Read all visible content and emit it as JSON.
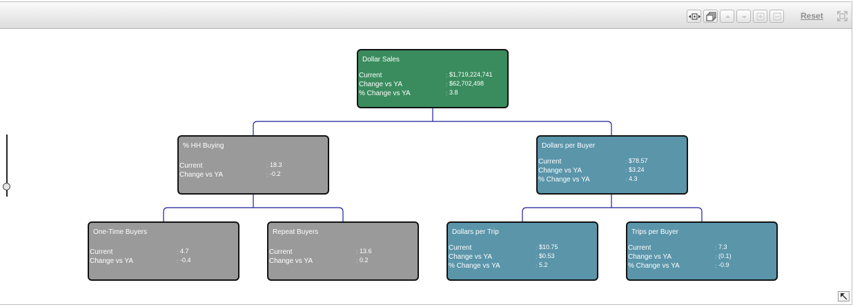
{
  "toolbar": {
    "buttons": [
      {
        "name": "expand-horizontal-icon"
      },
      {
        "name": "cascade-windows-icon"
      },
      {
        "name": "move-up-icon"
      },
      {
        "name": "move-down-icon"
      },
      {
        "name": "expand-all-icon"
      },
      {
        "name": "collapse-all-icon"
      }
    ],
    "reset_label": "Reset",
    "fit_icon": "fit-to-screen-icon"
  },
  "colors": {
    "green": "#3a8c5e",
    "gray": "#9a9a9a",
    "blue": "#5a95aa",
    "connector": "#1a1a9a"
  },
  "tree": {
    "root": {
      "title": "Dollar Sales",
      "rows": [
        {
          "label": "Current",
          "value": "$1,719,224,741"
        },
        {
          "label": "Change vs YA",
          "value": "$62,702,498"
        },
        {
          "label": "% Change vs YA",
          "value": "3.8"
        }
      ]
    },
    "hh_buying": {
      "title": "% HH Buying",
      "rows": [
        {
          "label": "Current",
          "value": "18.3"
        },
        {
          "label": "Change vs YA",
          "value": "-0.2"
        }
      ]
    },
    "dollars_per_buyer": {
      "title": "Dollars per Buyer",
      "rows": [
        {
          "label": "Current",
          "value": "$78.57"
        },
        {
          "label": "Change vs YA",
          "value": "$3.24"
        },
        {
          "label": "% Change vs YA",
          "value": "4.3"
        }
      ]
    },
    "one_time_buyers": {
      "title": "One-Time Buyers",
      "rows": [
        {
          "label": "Current",
          "value": "4.7"
        },
        {
          "label": "Change vs YA",
          "value": "-0.4"
        }
      ]
    },
    "repeat_buyers": {
      "title": "Repeat Buyers",
      "rows": [
        {
          "label": "Current",
          "value": "13.6"
        },
        {
          "label": "Change vs YA",
          "value": "0.2"
        }
      ]
    },
    "dollars_per_trip": {
      "title": "Dollars per Trip",
      "rows": [
        {
          "label": "Current",
          "value": "$10.75"
        },
        {
          "label": "Change vs YA",
          "value": "$0.53"
        },
        {
          "label": "% Change vs YA",
          "value": "5.2"
        }
      ]
    },
    "trips_per_buyer": {
      "title": "Trips per Buyer",
      "rows": [
        {
          "label": "Current",
          "value": "7.3"
        },
        {
          "label": "Change vs YA",
          "value": "(0.1)"
        },
        {
          "label": "% Change vs YA",
          "value": "-0.9"
        }
      ]
    }
  }
}
